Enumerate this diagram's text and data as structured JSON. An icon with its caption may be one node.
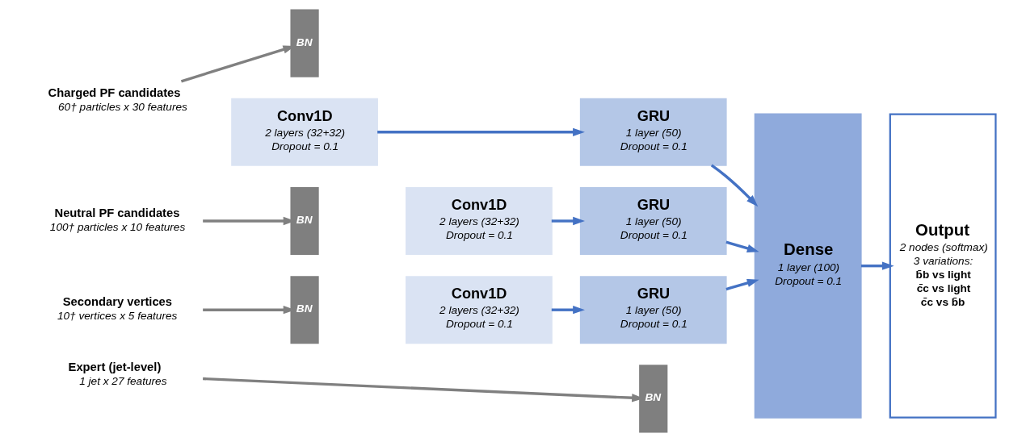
{
  "diagram": {
    "nodes": [
      {
        "text": [
          "Charged PF candidates",
          "60† particles x 30 features"
        ]
      },
      {
        "text": [
          "BN"
        ]
      },
      {
        "text": [
          "Conv1D",
          "2 layers (32+32)",
          "Dropout = 0.1"
        ]
      },
      {
        "text": [
          "GRU",
          "1 layer (50)",
          "Dropout = 0.1"
        ]
      },
      {
        "text": [
          "Neutral PF candidates",
          "100† particles x 10 features"
        ]
      },
      {
        "text": [
          "BN"
        ]
      },
      {
        "text": [
          "Conv1D",
          "2 layers (32+32)",
          "Dropout = 0.1"
        ]
      },
      {
        "text": [
          "GRU",
          "1 layer (50)",
          "Dropout = 0.1"
        ]
      },
      {
        "text": [
          "Secondary vertices",
          "10† vertices x 5 features"
        ]
      },
      {
        "text": [
          "BN"
        ]
      },
      {
        "text": [
          "Conv1D",
          "2 layers (32+32)",
          "Dropout = 0.1"
        ]
      },
      {
        "text": [
          "GRU",
          "1 layer (50)",
          "Dropout = 0.1"
        ]
      },
      {
        "text": [
          "Expert (jet-level)",
          "1 jet x 27 features"
        ]
      },
      {
        "text": [
          "BN"
        ]
      },
      {
        "text": [
          "Dense",
          "1 layer (100)",
          "Dropout = 0.1"
        ]
      },
      {
        "text": [
          "Output",
          "2 nodes (softmax)",
          "3 variations:",
          "b̄b vs light",
          "c̄c vs light",
          "c̄c vs b̄b"
        ]
      }
    ],
    "edges": [
      {
        "from": 0,
        "to": 1,
        "arrow": "to",
        "color": "#808080"
      },
      {
        "from": 2,
        "to": 3,
        "arrow": "to"
      },
      {
        "from": 3,
        "to": 14,
        "arrow": "to"
      },
      {
        "from": 4,
        "to": 5,
        "arrow": "to",
        "color": "#808080"
      },
      {
        "from": 6,
        "to": 7,
        "arrow": "to"
      },
      {
        "from": 7,
        "to": 14,
        "arrow": "to"
      },
      {
        "from": 8,
        "to": 9,
        "arrow": "to",
        "color": "#808080"
      },
      {
        "from": 10,
        "to": 11,
        "arrow": "to"
      },
      {
        "from": 11,
        "to": 14,
        "arrow": "to"
      },
      {
        "from": 12,
        "to": 13,
        "arrow": "to",
        "color": "#808080"
      },
      {
        "from": 14,
        "to": 15,
        "arrow": "to"
      }
    ]
  }
}
